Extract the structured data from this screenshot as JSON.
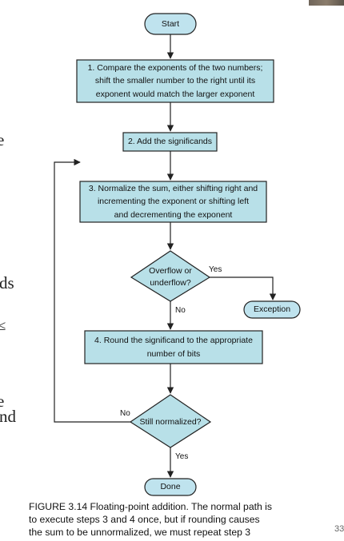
{
  "flowchart": {
    "start": "Start",
    "step1": [
      "1.  Compare the exponents of the two numbers;",
      "shift the smaller number to the right until its",
      "exponent would match the larger exponent"
    ],
    "step2": "2. Add the significands",
    "step3": [
      "3. Normalize the sum, either shifting right and",
      "incrementing the exponent or shifting left",
      "and decrementing the exponent"
    ],
    "overflow_decision": [
      "Overflow or",
      "underflow?"
    ],
    "yes_label_overflow": "Yes",
    "no_label_overflow": "No",
    "exception": "Exception",
    "step4": [
      "4. Round the significand to the appropriate",
      "number of bits"
    ],
    "normalized_decision": "Still normalized?",
    "no_label_normalized": "No",
    "yes_label_normalized": "Yes",
    "done": "Done"
  },
  "caption": {
    "lines": [
      "FIGURE 3.14 Floating-point addition. The normal path is",
      "to execute steps 3 and 4 once, but if rounding causes",
      "the sum to be unnormalized, we must repeat step 3"
    ]
  },
  "page_edge": {
    "e1": "e",
    "ds": "ds",
    "glyph": "≤",
    "e2": "e",
    "nd": "nd",
    "page_number": "33"
  },
  "colors": {
    "box_fill": "#b8e0e8",
    "terminal_fill": "#bfe3ee",
    "stroke": "#222222"
  }
}
